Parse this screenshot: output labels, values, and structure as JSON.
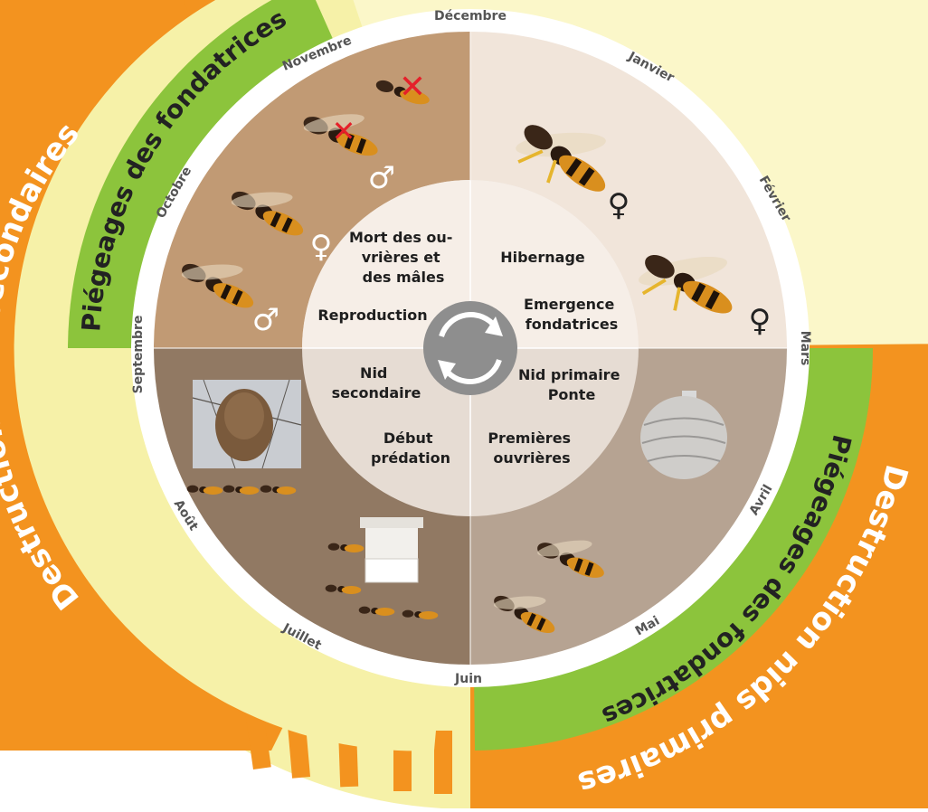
{
  "months": [
    "Décembre",
    "Janvier",
    "Février",
    "Mars",
    "Avril",
    "Mai",
    "Juin",
    "Juillet",
    "Août",
    "Septembre",
    "Octobre",
    "Novembre"
  ],
  "ring_labels": {
    "secondary_destruction": "Destruction nids secondaires",
    "primary_destruction": "Destruction nids primaires",
    "autumn_trapping": "Piégeages des fondatrices",
    "spring_trapping": "Piégeages des fondatrices"
  },
  "stages": {
    "death": [
      "Mort des ou-",
      "vrières et",
      "des mâles"
    ],
    "reproduction": [
      "Reproduction"
    ],
    "hibernation": [
      "Hibernage"
    ],
    "emergence": [
      "Emergence",
      "fondatrices"
    ],
    "secondary_nest": [
      "Nid",
      "secondaire"
    ],
    "predation": [
      "Début",
      "prédation"
    ],
    "primary_nest": [
      "Nid primaire",
      "Ponte"
    ],
    "first_workers": [
      "Premières",
      "ouvrières"
    ]
  },
  "symbols": {
    "male": "♂",
    "female": "♀",
    "dead": "✕"
  },
  "icons": {
    "center": "refresh-cycle-icon"
  },
  "colors": {
    "orange": "#f3931f",
    "green": "#8cc43c",
    "light_yellow": "#f6f1a8",
    "pale_yellow": "#fbf7c9",
    "ring_white": "#ffffff",
    "q_top_left": "#c19a74",
    "q_top_right": "#f1e5da",
    "q_bottom_left": "#917963",
    "q_bottom_right": "#b6a392",
    "center_top": "#f6eee7",
    "center_bottom": "#e6dcd3",
    "center_button": "#8e8e8e"
  }
}
